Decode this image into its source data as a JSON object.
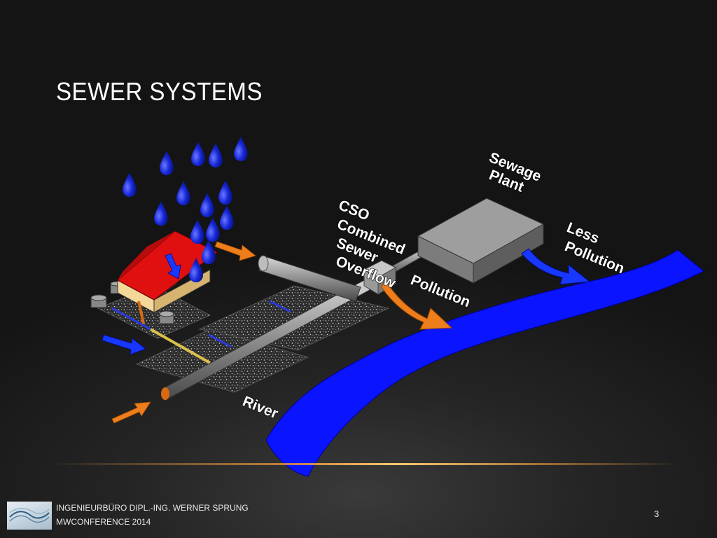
{
  "slide": {
    "title": "SEWER SYSTEMS",
    "page_number": "3"
  },
  "footer": {
    "company": "INGENIEURBÜRO DIPL.-ING. WERNER SPRUNG",
    "event": "MWCONFERENCE 2014"
  },
  "diagram": {
    "labels": {
      "sewage_plant_line1": "Sewage",
      "sewage_plant_line2": "Plant",
      "cso_line1": "CSO",
      "cso_line2": "Combined",
      "cso_line3": "Sewer",
      "cso_line4": "Overflow",
      "pollution": "Pollution",
      "less_pollution_line1": "Less",
      "less_pollution_line2": "Pollution",
      "river": "River"
    },
    "colors": {
      "river": "#0a14ff",
      "rain": "#1020e0",
      "pollution_arrow": "#ee7d1c",
      "clean_arrow": "#1838ff",
      "roof": "#e01010",
      "house_wall": "#f4d89a",
      "plant_box": "#9a9a9a",
      "ground": "#8a8a8a"
    }
  }
}
